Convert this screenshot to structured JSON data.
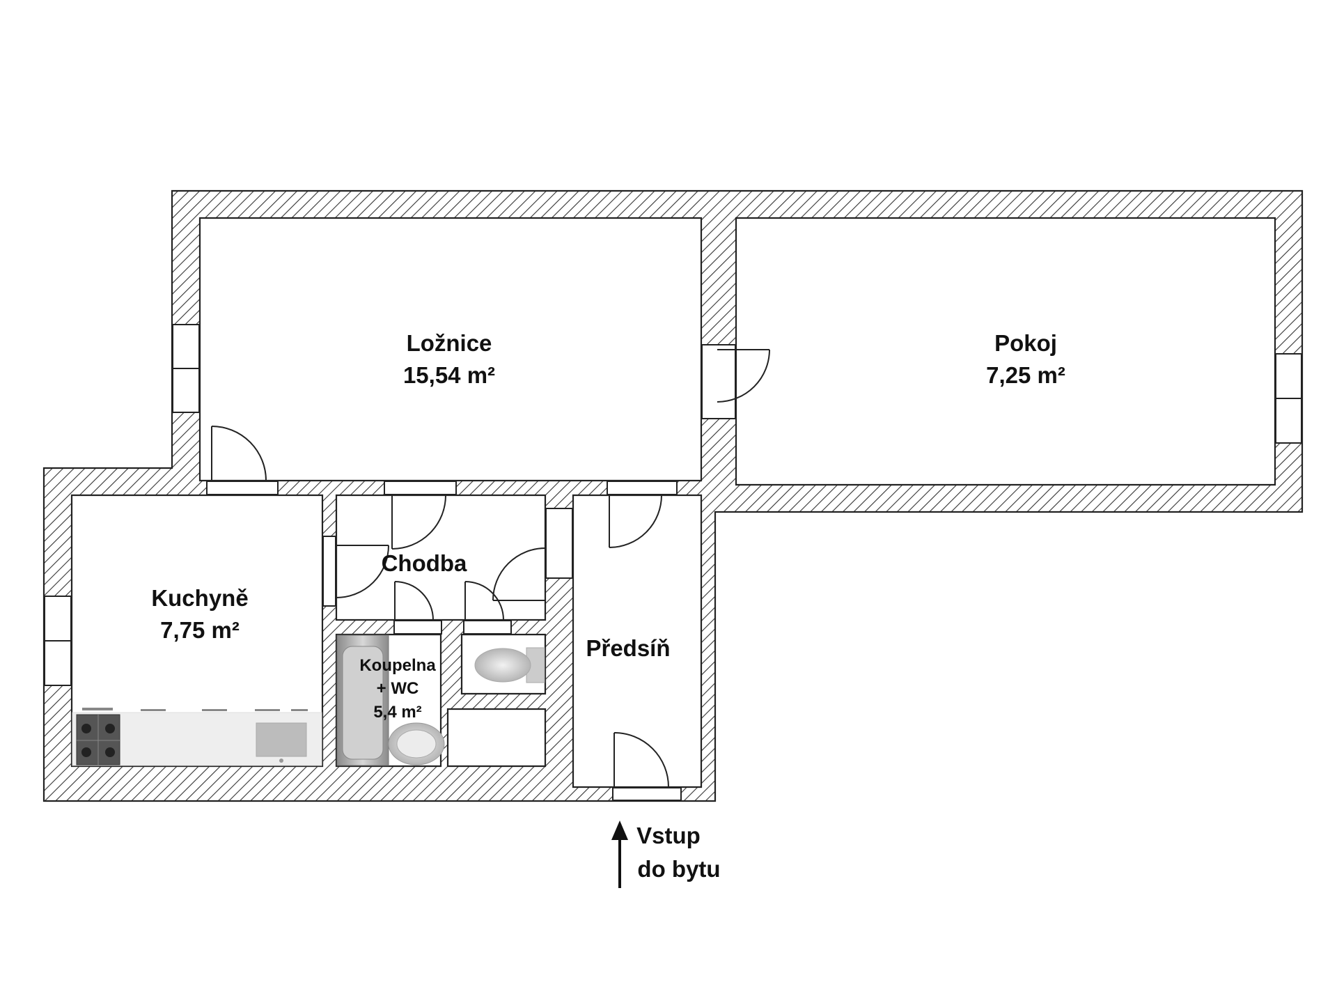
{
  "rooms": {
    "loznice": {
      "name": "Ložnice",
      "area": "15,54 m²"
    },
    "pokoj": {
      "name": "Pokoj",
      "area": "7,25 m²"
    },
    "kuchyne": {
      "name": "Kuchyně",
      "area": "7,75 m²"
    },
    "chodba": {
      "name": "Chodba"
    },
    "koupelna": {
      "name": "Koupelna",
      "name2": "+ WC",
      "area": "5,4 m²"
    },
    "predsin": {
      "name": "Předsíň"
    }
  },
  "entry": {
    "line1": "Vstup",
    "line2": "do bytu"
  },
  "colors": {
    "wall": "#222222",
    "hatch": "#333333",
    "fixture": "#bdbdbd"
  }
}
